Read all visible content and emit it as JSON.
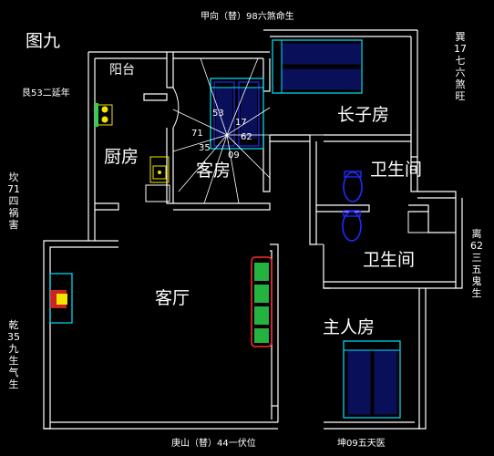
{
  "figure_label": "图九",
  "compass": {
    "top": "甲向（替）98六煞命生",
    "bottom_left": "庚山（替）44一伏位",
    "bottom_right": "坤09五天医",
    "left_upper": "艮53二延年",
    "left_vertical": "坎71四祸害",
    "left_vertical_lower": "乾35九生气生",
    "right_upper_vertical": "巽17七六煞旺",
    "right_lower_vertical": "离62三五鬼生"
  },
  "rooms": {
    "balcony": "阳台",
    "kitchen": "厨房",
    "guest_room": "客房",
    "elder_son_room": "长子房",
    "bathroom_1": "卫生间",
    "bathroom_2": "卫生间",
    "living_room": "客厅",
    "master_room": "主人房"
  },
  "center_numbers": {
    "n53": "53",
    "n17": "17",
    "n71": "71",
    "n62": "62",
    "n35": "35",
    "n09": "09"
  },
  "colors": {
    "wall": "#ffffff",
    "furniture": "#00e5ff",
    "bed_blue": "#1e2cff",
    "sofa_red": "#ff2a2a",
    "sofa_green": "#2bd24a",
    "yellow": "#f2e600",
    "grey_fill": "#9a9a9a"
  }
}
